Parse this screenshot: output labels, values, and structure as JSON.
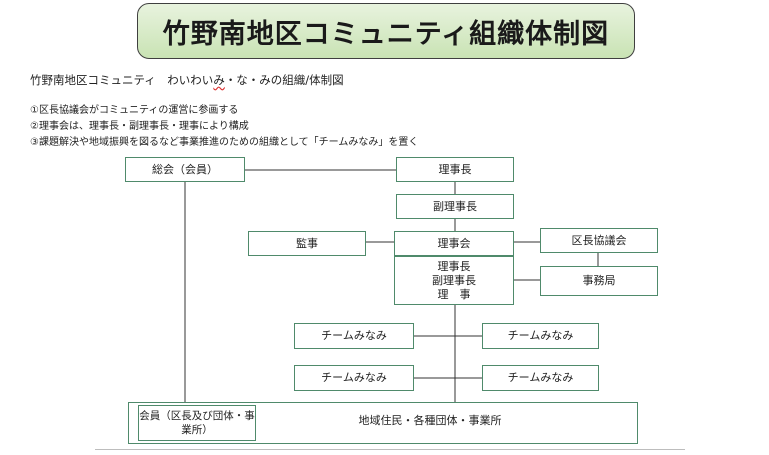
{
  "title": "竹野南地区コミュニティ組織体制図",
  "subtitle": {
    "prefix": "竹野南地区コミュニティ　わいわい",
    "squiggly": "み",
    "suffix": "・な・みの組織/体制図"
  },
  "notes": [
    "①区長協議会がコミュニティの運営に参画する",
    "②理事会は、理事長・副理事長・理事により構成",
    "③課題解決や地域振興を図るなど事業推進のための組織として「チームみなみ」を置く"
  ],
  "nodes": {
    "general_assembly": "総会（会員）",
    "chairman": "理事長",
    "vice_chairman": "副理事長",
    "auditor": "監事",
    "board": "理事会",
    "board_members": [
      "理事長",
      "副理事長",
      "理　事"
    ],
    "ward_chiefs_council": "区長協議会",
    "secretariat": "事務局",
    "team_1": "チームみなみ",
    "team_2": "チームみなみ",
    "team_3": "チームみなみ",
    "team_4": "チームみなみ",
    "members": "会員（区長及び団体・事業所）",
    "residents": "地域住民・各種団体・事業所"
  },
  "colors": {
    "box_border": "#4f8a6b",
    "line": "#333333",
    "title_fill": "#c9e3b4"
  }
}
